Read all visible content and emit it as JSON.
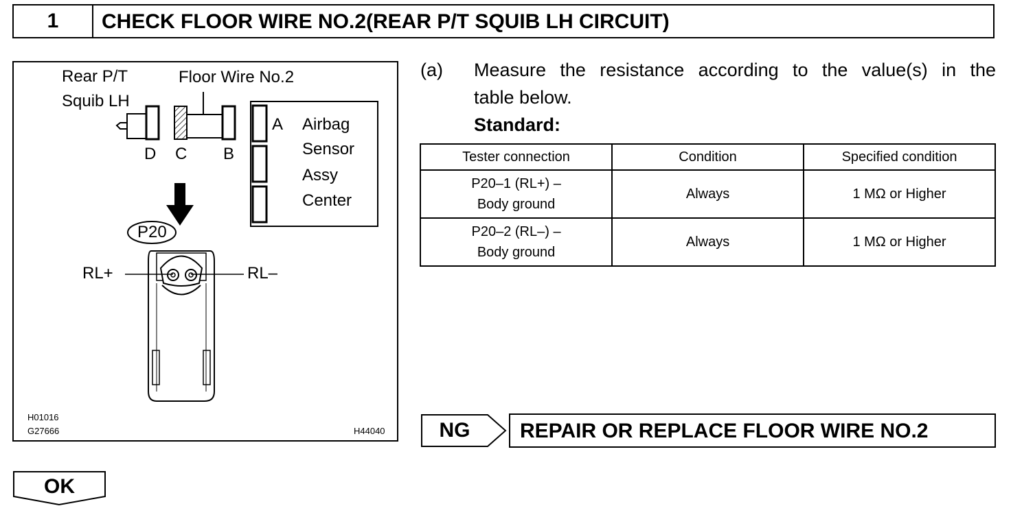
{
  "header": {
    "step_number": "1",
    "title": "CHECK FLOOR WIRE NO.2(REAR P/T SQUIB LH CIRCUIT)"
  },
  "figure": {
    "label_rear_pt": "Rear P/T",
    "label_squib_lh": "Squib LH",
    "label_floor_wire": "Floor Wire No.2",
    "label_d": "D",
    "label_c": "C",
    "label_b": "B",
    "label_a": "A",
    "label_airbag": "Airbag",
    "label_sensor": "Sensor",
    "label_assy": "Assy",
    "label_center": "Center",
    "connector_id": "P20",
    "pin_rl_plus": "RL+",
    "pin_rl_minus": "RL–",
    "code_1": "H01016",
    "code_2": "G27666",
    "code_3": "H44040"
  },
  "instructions": {
    "step_marker": "(a)",
    "text_line1": "Measure the resistance according to the value(s) in the",
    "text_line2": "table below.",
    "standard_label": "Standard:"
  },
  "table": {
    "headers": [
      "Tester connection",
      "Condition",
      "Specified condition"
    ],
    "rows": [
      {
        "connection_line1": "P20–1 (RL+) –",
        "connection_line2": "Body ground",
        "condition": "Always",
        "specified": "1 MΩ or Higher"
      },
      {
        "connection_line1": "P20–2 (RL–) –",
        "connection_line2": "Body ground",
        "condition": "Always",
        "specified": "1 MΩ or Higher"
      }
    ]
  },
  "results": {
    "ng_label": "NG",
    "ng_action": "REPAIR OR REPLACE FLOOR WIRE NO.2",
    "ok_label": "OK"
  }
}
